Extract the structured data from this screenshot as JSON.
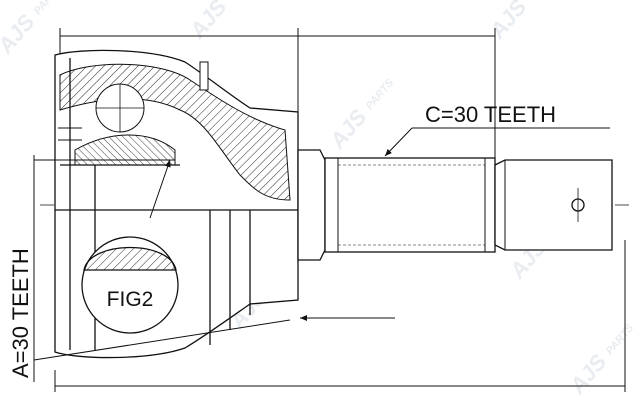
{
  "labels": {
    "c_teeth": "C=30 TEETH",
    "a_teeth": "A=30 TEETH",
    "fig": "FIG2"
  },
  "watermark": {
    "brand": "AJS",
    "suffix": "PARTS",
    "color": "#dfe5eb"
  },
  "colors": {
    "line": "#111111",
    "background": "#ffffff"
  }
}
